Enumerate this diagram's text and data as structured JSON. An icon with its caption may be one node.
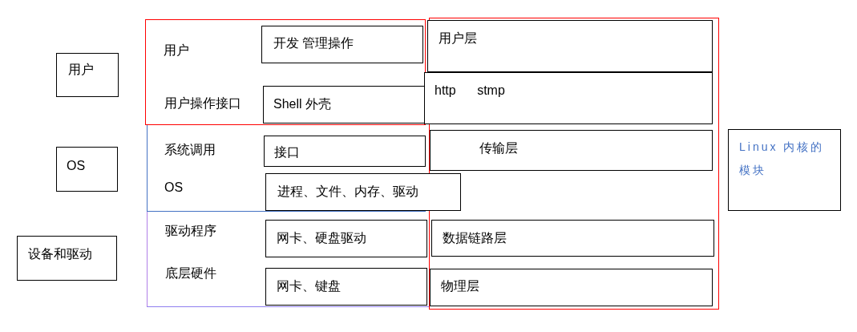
{
  "diagram": {
    "nodes": [
      {
        "text": [
          "用户"
        ]
      },
      {
        "text": [
          "OS"
        ]
      },
      {
        "text": [
          "设备和驱动"
        ]
      },
      {
        "text": [
          "用户",
          "用户操作接口"
        ]
      },
      {
        "text": [
          "开发 管理操作"
        ],
        "in": 3
      },
      {
        "text": [
          "Shell 外壳"
        ],
        "in": 3
      },
      {
        "text": [
          "系统调用",
          "OS"
        ]
      },
      {
        "text": [
          "接口"
        ],
        "in": 6
      },
      {
        "text": [
          "进程、文件、内存、驱动"
        ]
      },
      {
        "text": [
          "驱动程序",
          "底层硬件"
        ]
      },
      {
        "text": [
          "网卡、硬盘驱动"
        ],
        "in": 9
      },
      {
        "text": [
          "网卡、键盘"
        ],
        "in": 9
      },
      {
        "text": [],
        "shape": "box"
      },
      {
        "text": [
          "用户层"
        ],
        "in": 12
      },
      {
        "text": [
          "http stmp"
        ],
        "in": 12
      },
      {
        "text": [
          "传输层"
        ],
        "in": 12
      },
      {
        "text": [
          "数据链路层"
        ],
        "in": 12
      },
      {
        "text": [
          "物理层"
        ],
        "in": 12
      },
      {
        "text": [
          "Linux 内核的模块"
        ]
      }
    ]
  }
}
